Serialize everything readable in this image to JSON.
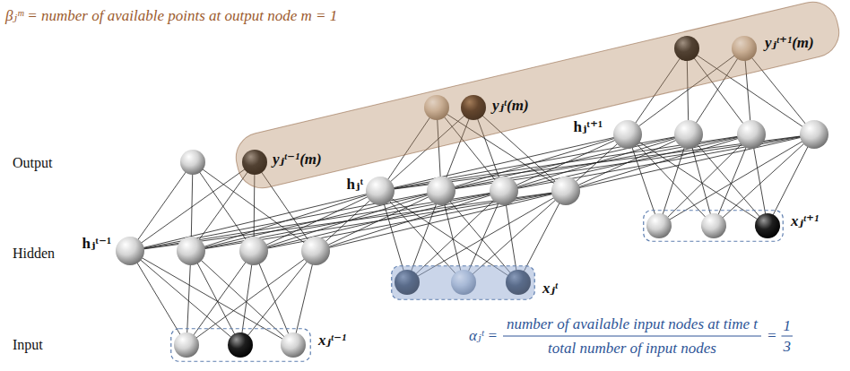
{
  "diagram": {
    "nodes": [
      {
        "text": [
          "yⱼᵗ⁻¹(m)",
          "yⱼᵗ(m)",
          "yⱼᵗ⁺¹(m)"
        ]
      },
      {
        "text": [
          "xⱼᵗ⁻¹"
        ]
      },
      {
        "text": [
          "xⱼᵗ"
        ]
      },
      {
        "text": [
          "xⱼᵗ⁺¹"
        ]
      }
    ],
    "labels": [
      "βⱼᵐ = number of available points at output node m = 1",
      "Output",
      "hⱼᵗ⁺¹",
      "hⱼᵗ",
      "Hidden",
      "hⱼᵗ⁻¹",
      "Input",
      "αⱼᵗ =",
      "number of available input nodes at time t",
      "total number of input nodes",
      "=",
      "1",
      "3"
    ]
  }
}
